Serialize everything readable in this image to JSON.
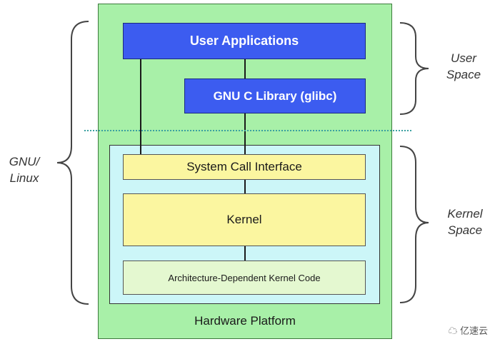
{
  "blocks": {
    "user_apps": "User Applications",
    "glibc": "GNU C Library (glibc)",
    "sci": "System Call Interface",
    "kernel": "Kernel",
    "arch": "Architecture-Dependent Kernel Code",
    "hardware": "Hardware Platform"
  },
  "side_labels": {
    "gnu_linux_line1": "GNU/",
    "gnu_linux_line2": "Linux",
    "user_space_line1": "User",
    "user_space_line2": "Space",
    "kernel_space_line1": "Kernel",
    "kernel_space_line2": "Space"
  },
  "watermark": "亿速云",
  "colors": {
    "hardware": "#a8f0a8",
    "kernel_space": "#ccf6f8",
    "user_block": "#3c5cf0",
    "kernel_block": "#fbf6a0",
    "arch_block": "#e4f8d0",
    "divider": "#3aa0a0"
  }
}
